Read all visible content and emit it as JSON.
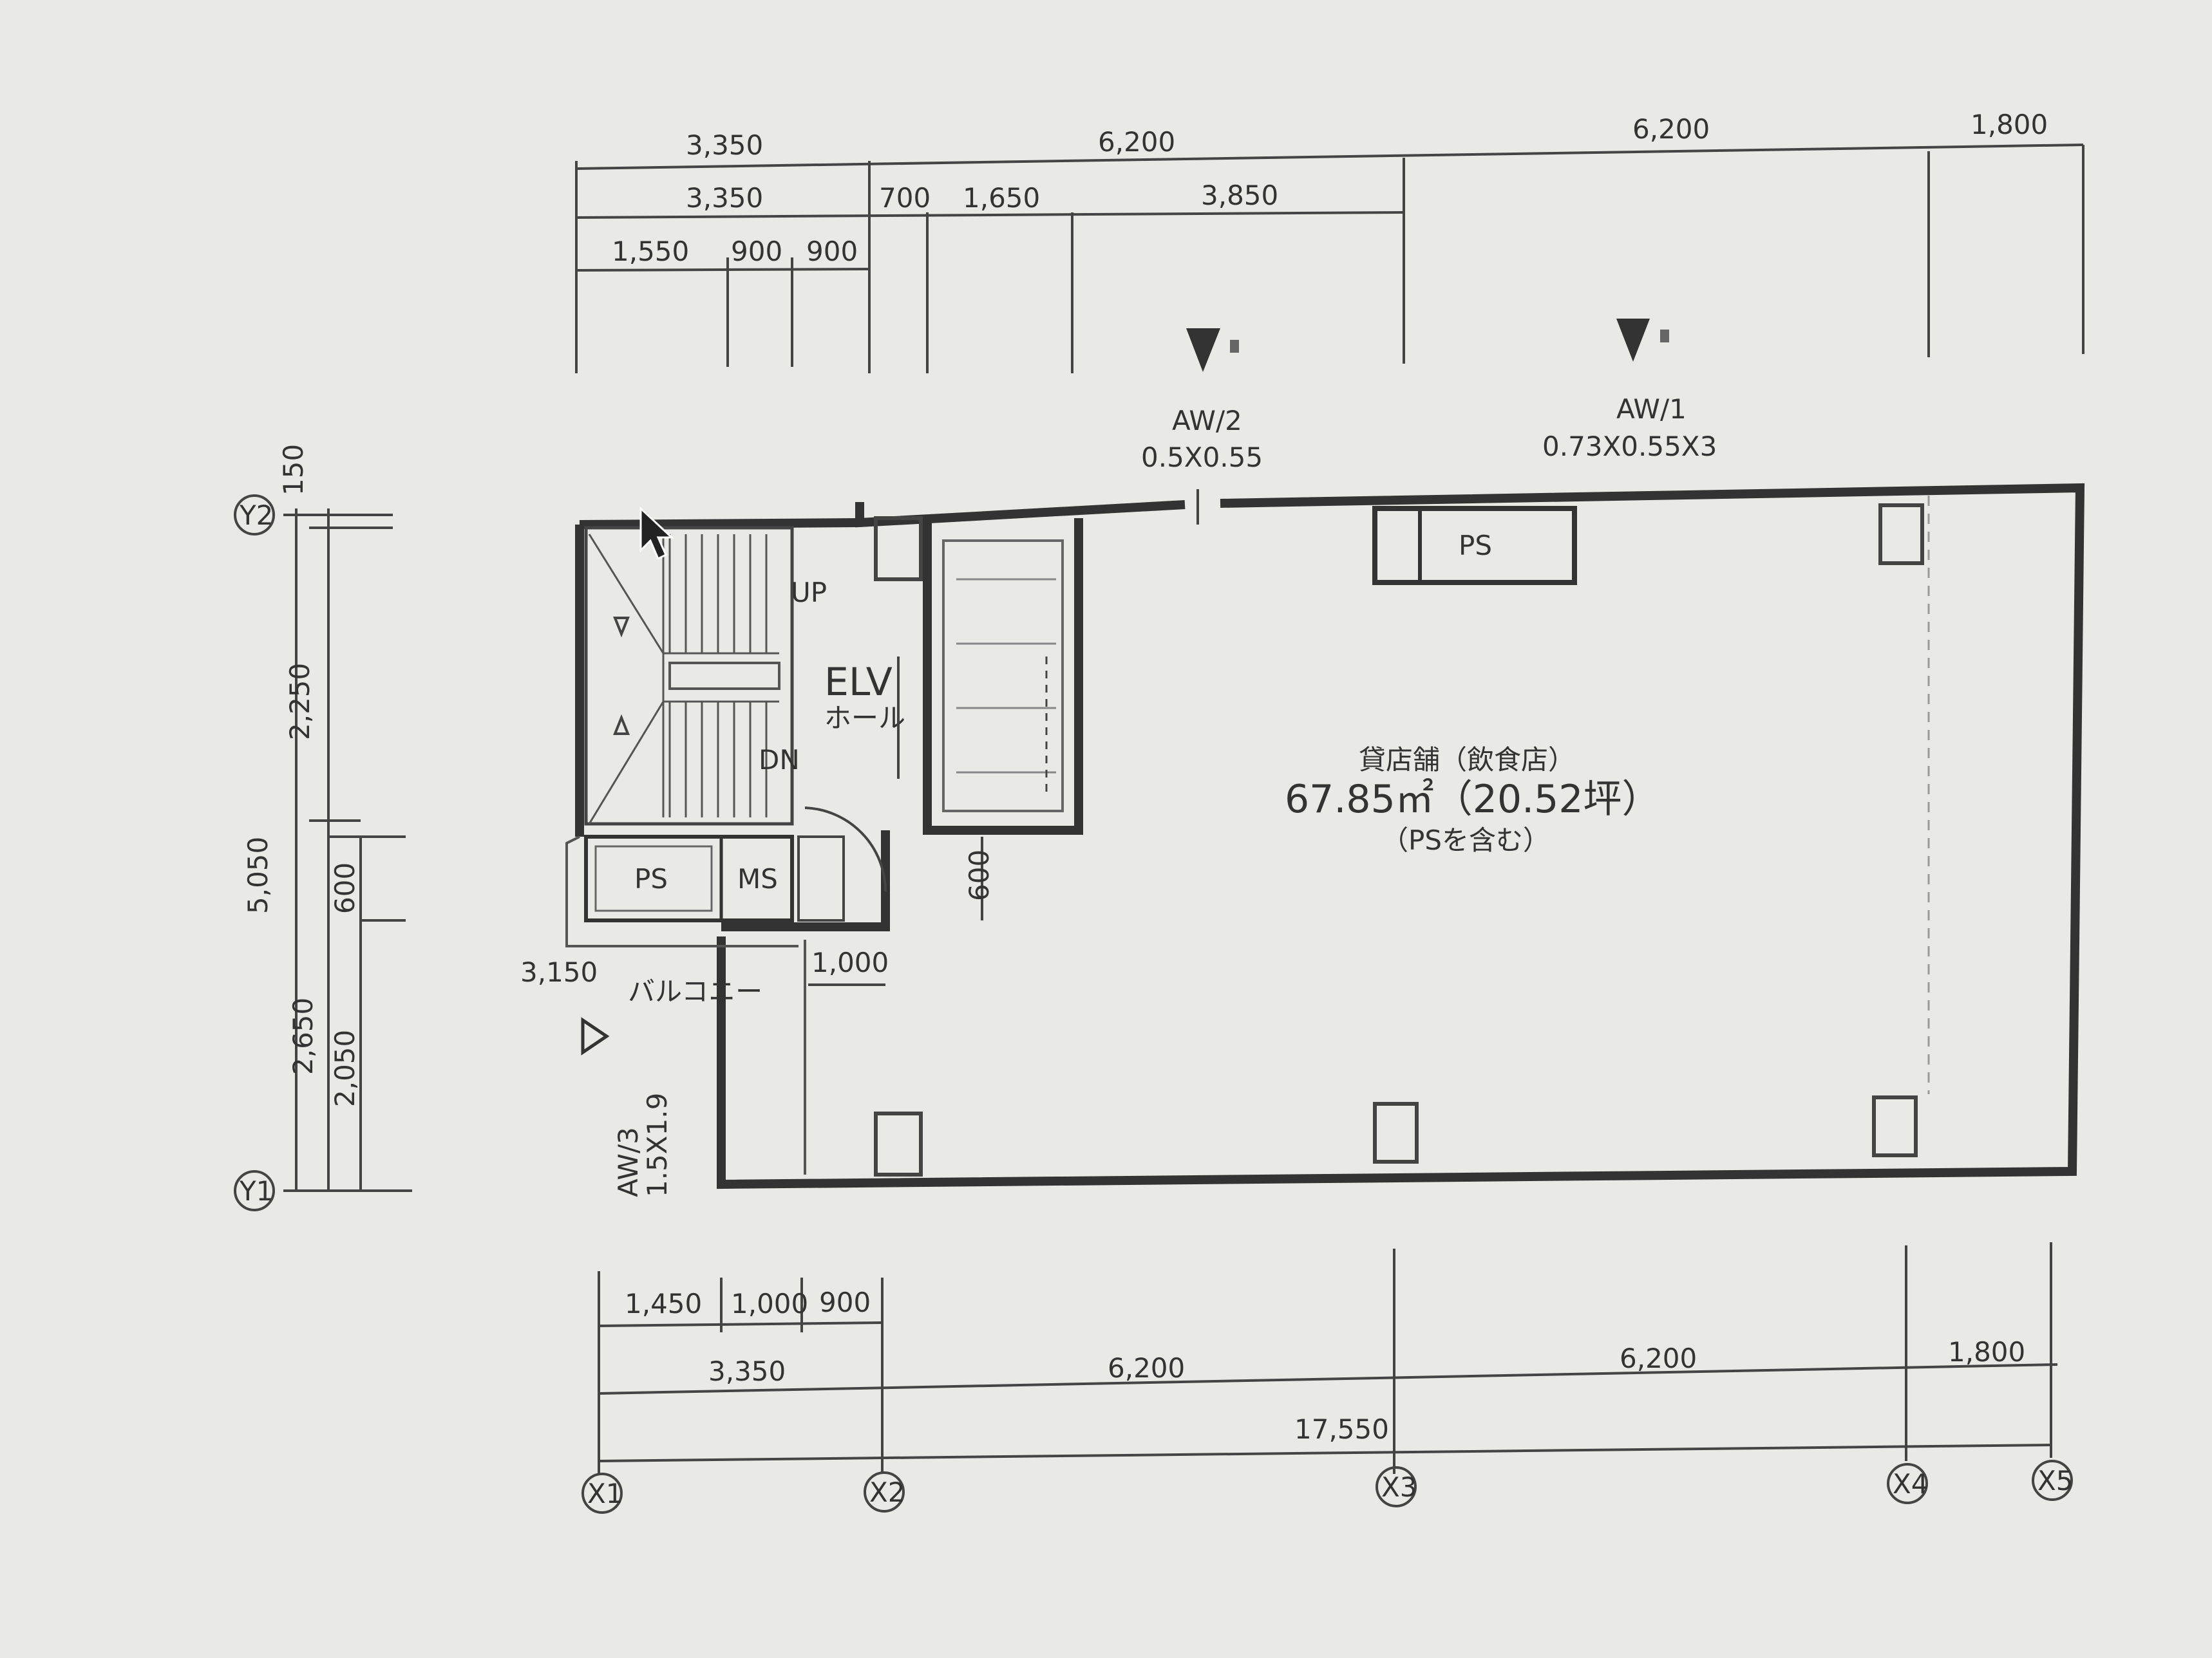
{
  "plan": {
    "top_dims_row1": [
      "3,350",
      "6,200",
      "6,200",
      "1,800"
    ],
    "top_dims_row2": [
      "3,350",
      "700",
      "1,650",
      "3,850"
    ],
    "top_dims_row3": [
      "1,550",
      "900",
      "900"
    ],
    "bottom_dims_row1": [
      "1,450",
      "1,000",
      "900"
    ],
    "bottom_dims_row2": [
      "3,350",
      "6,200",
      "6,200",
      "1,800"
    ],
    "bottom_total": "17,550",
    "left_dims": [
      "150",
      "2,250",
      "5,050",
      "600",
      "2,650",
      "2,050"
    ],
    "grid_x": [
      "X1",
      "X2",
      "X3",
      "X4",
      "X5"
    ],
    "grid_y": [
      "Y2",
      "Y1"
    ],
    "window_aw2": {
      "name": "AW/2",
      "size": "0.5X0.55"
    },
    "window_aw1": {
      "name": "AW/1",
      "size": "0.73X0.55X3"
    },
    "window_aw3": {
      "name": "AW/3",
      "size": "1.5X1.9"
    },
    "elv_hall": "ELV\nホール",
    "ps": "PS",
    "ps_label2": "PS",
    "ms": "MS",
    "balcony": "バルコニー",
    "dim_3150": "3,150",
    "dim_1000": "1,000",
    "dim_600": "600",
    "shop_name": "貸店舗（飲食店）",
    "shop_area": "67.85㎡（20.52坪）",
    "shop_note": "（PSを含む）",
    "up_label": "UP",
    "dn_label": "DN"
  }
}
